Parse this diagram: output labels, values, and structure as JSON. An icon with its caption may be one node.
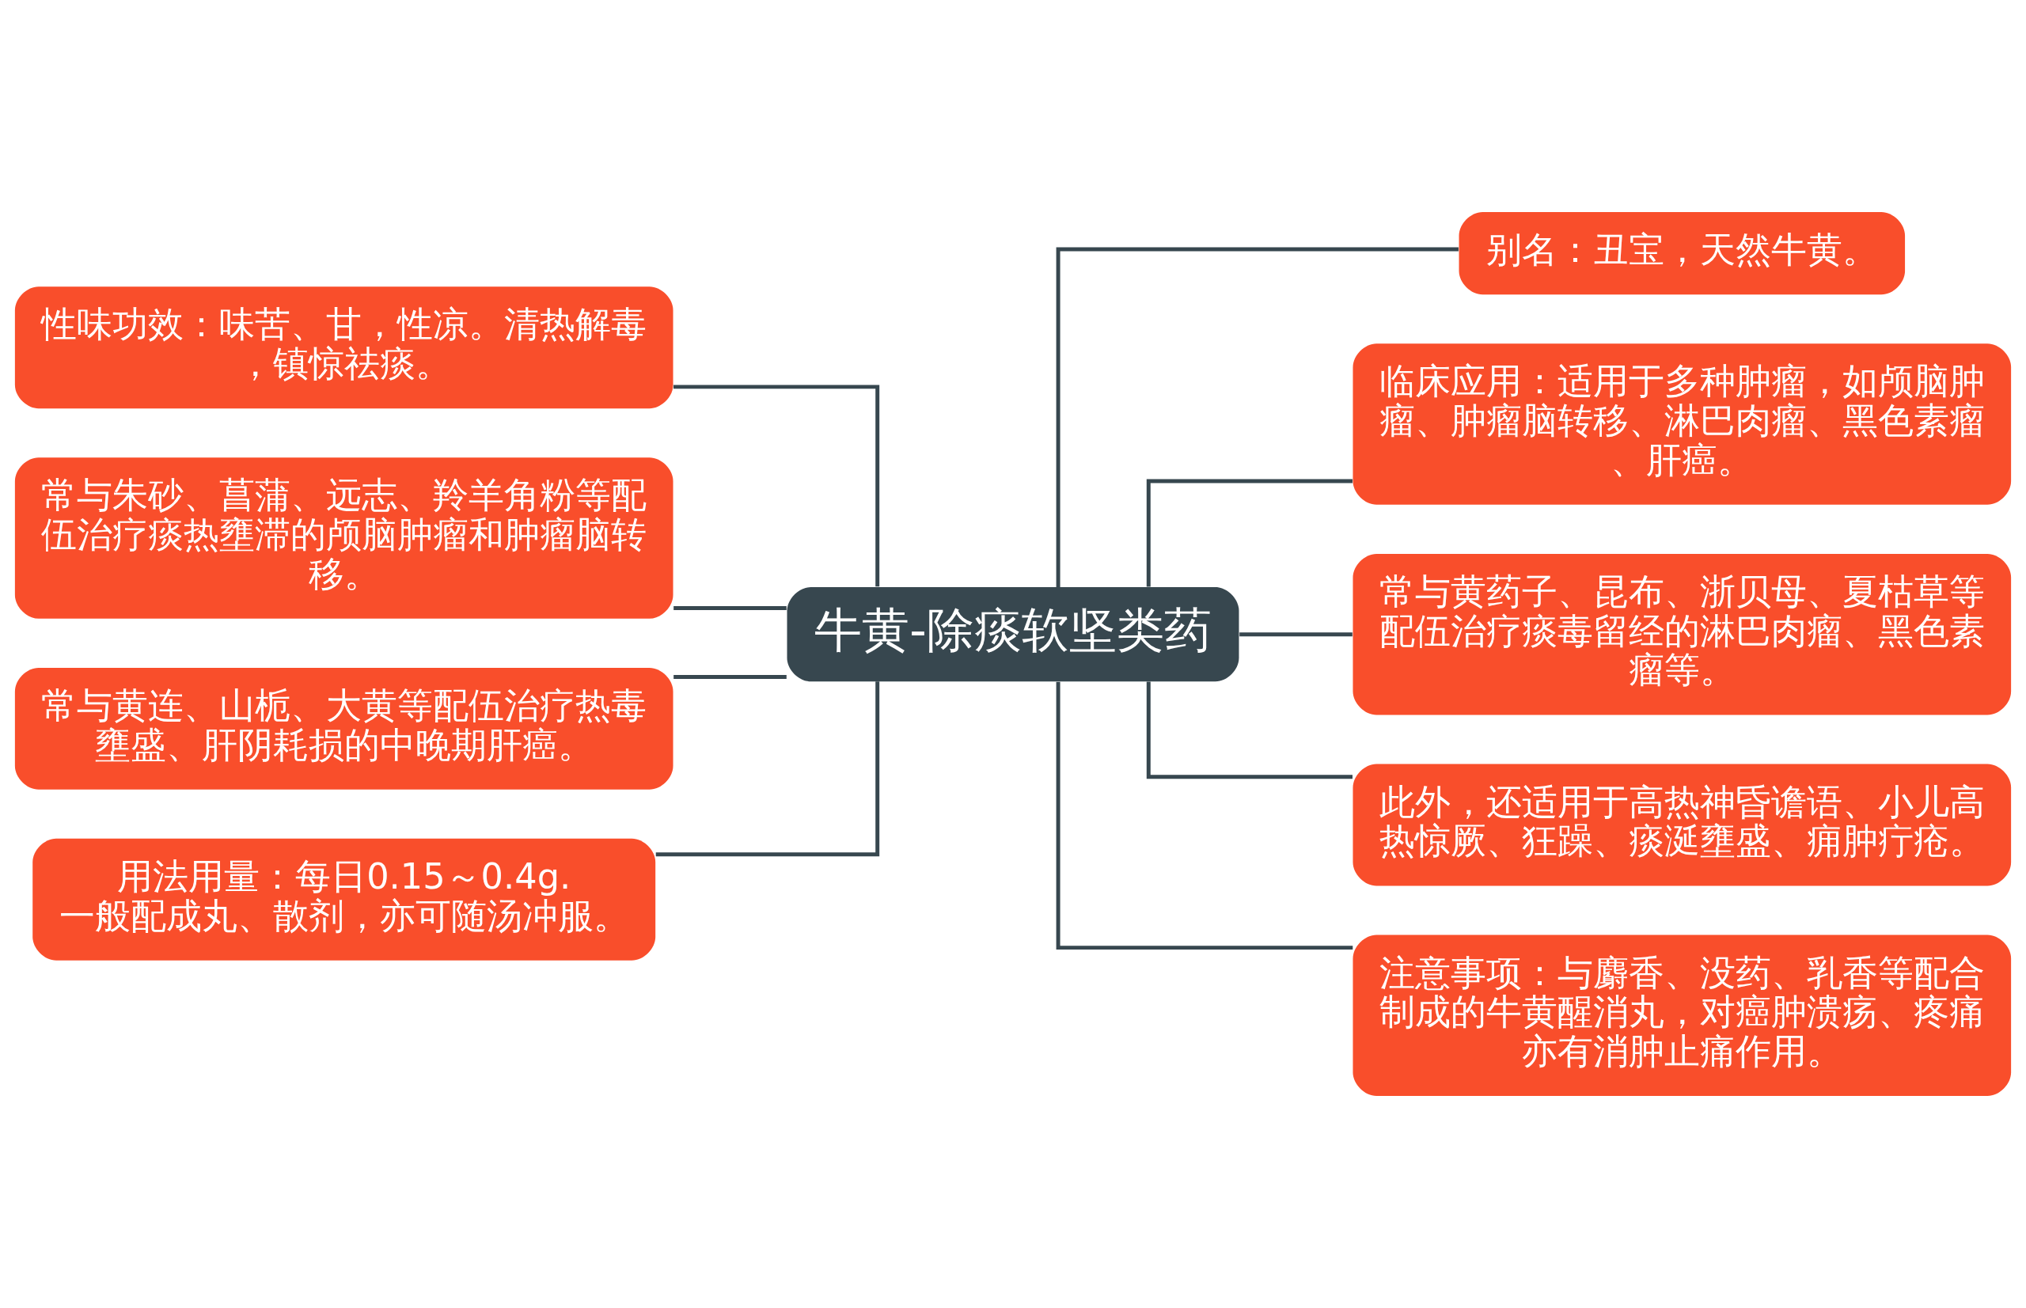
{
  "diagram": {
    "nodes": [
      {
        "text": [
          "牛黄-除痰软坚类药"
        ]
      },
      {
        "text": [
          "性味功效：味苦、甘，性凉。清热解毒，镇惊祛痰。"
        ]
      },
      {
        "text": [
          "常与朱砂、菖蒲、远志、羚羊角粉等配伍治疗痰热壅滞的颅脑肿瘤和肿瘤脑转移。"
        ]
      },
      {
        "text": [
          "常与黄连、山栀、大黄等配伍治疗热毒壅盛、肝阴耗损的中晚期肝癌。"
        ]
      },
      {
        "text": [
          "用法用量：每日0.15～0.4g.一般配成丸、散剂，亦可随汤冲服。"
        ]
      },
      {
        "text": [
          "别名：丑宝，天然牛黄。"
        ]
      },
      {
        "text": [
          "临床应用：适用于多种肿瘤，如颅脑肿瘤、肿瘤脑转移、淋巴肉瘤、黑色素瘤、肝癌。"
        ]
      },
      {
        "text": [
          "常与黄药子、昆布、浙贝母、夏枯草等配伍治疗痰毒留经的淋巴肉瘤、黑色素瘤等。"
        ]
      },
      {
        "text": [
          "此外，还适用于高热神昏谵语、小儿高热惊厥、狂躁、痰涎壅盛、痈肿疔疮。"
        ]
      },
      {
        "text": [
          "注意事项：与麝香、没药、乳香等配合制成的牛黄醒消丸，对癌肿溃疡、疼痛亦有消肿止痛作用。"
        ]
      }
    ],
    "edges": [
      {
        "from": 0,
        "to": 1,
        "arrow": "none"
      },
      {
        "from": 0,
        "to": 2,
        "arrow": "none"
      },
      {
        "from": 0,
        "to": 3,
        "arrow": "none"
      },
      {
        "from": 0,
        "to": 4,
        "arrow": "none"
      },
      {
        "from": 0,
        "to": 5,
        "arrow": "none"
      },
      {
        "from": 0,
        "to": 6,
        "arrow": "none"
      },
      {
        "from": 0,
        "to": 7,
        "arrow": "none"
      },
      {
        "from": 0,
        "to": 8,
        "arrow": "none"
      },
      {
        "from": 0,
        "to": 9,
        "arrow": "none"
      }
    ]
  }
}
